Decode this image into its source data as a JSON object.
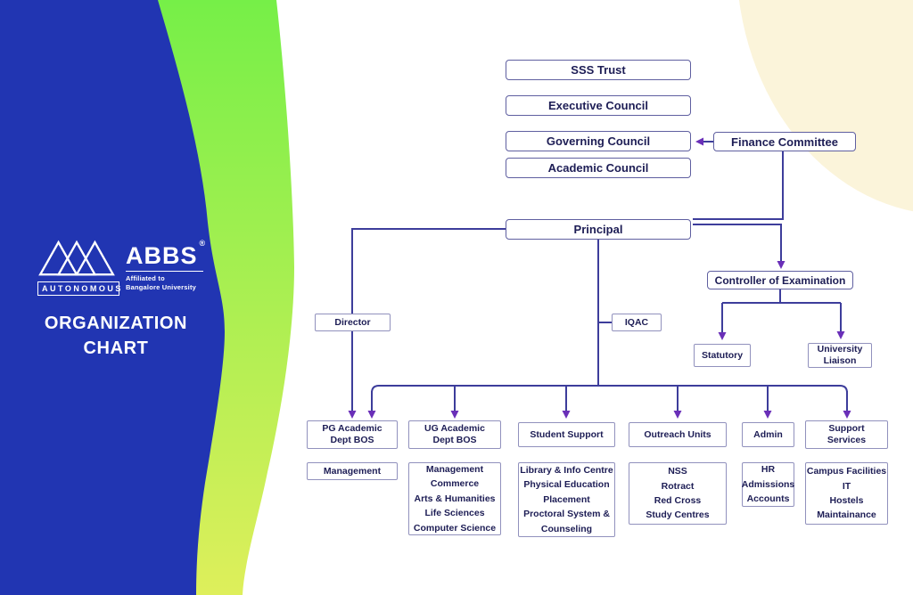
{
  "branding": {
    "logo": "ABBS",
    "registered": "®",
    "autonomous": "AUTONOMOUS",
    "affiliation_line1": "Affiliated to",
    "affiliation_line2": "Bangalore University",
    "title_line1": "ORGANIZATION",
    "title_line2": "CHART"
  },
  "colors": {
    "panel_blue": "#2135b2",
    "band_green_top": "#76ef48",
    "band_green_bottom": "#deef5b",
    "cream_blob": "#fbf4da",
    "connector_line": "#3d3d9b",
    "arrow_head": "#6a2fb8",
    "box_border_dark": "#5f5fa0",
    "box_border_light": "#9191bd",
    "box_text": "#1d1d55"
  },
  "org_chart": {
    "governance": {
      "sss_trust": "SSS Trust",
      "executive_council": "Executive Council",
      "governing_council": "Governing Council",
      "finance_committee": "Finance Committee",
      "academic_council": "Academic Council",
      "principal": "Principal"
    },
    "examination": {
      "controller": "Controller of Examination",
      "statutory": "Statutory",
      "university_liaison": "University Liaison"
    },
    "offices": {
      "director": "Director",
      "iqac": "IQAC"
    },
    "departments": [
      {
        "title": "PG Academic Dept BOS",
        "items": [
          "Management"
        ]
      },
      {
        "title": "UG Academic Dept BOS",
        "items": [
          "Management",
          "Commerce",
          "Arts & Humanities",
          "Life Sciences",
          "Computer Science"
        ]
      },
      {
        "title": "Student Support",
        "items": [
          "Library & Info Centre",
          "Physical Education",
          "Placement",
          "Proctoral System & Counseling"
        ]
      },
      {
        "title": "Outreach Units",
        "items": [
          "NSS",
          "Rotract",
          "Red Cross",
          "Study Centres"
        ]
      },
      {
        "title": "Admin",
        "items": [
          "HR",
          "Admissions",
          "Accounts"
        ]
      },
      {
        "title": "Support Services",
        "items": [
          "Campus Facilities",
          "IT",
          "Hostels",
          "Maintainance"
        ]
      }
    ]
  }
}
